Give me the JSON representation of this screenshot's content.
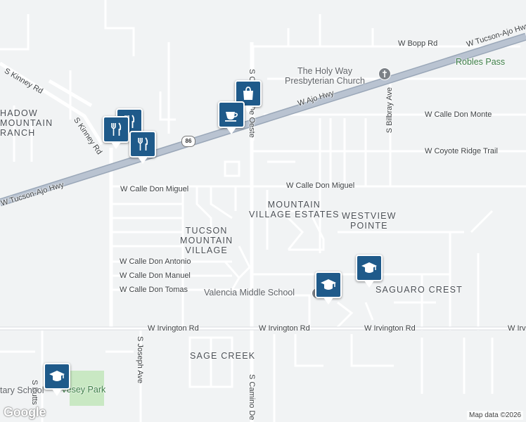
{
  "map": {
    "roads": {
      "bopp": "W Bopp Rd",
      "tucson_ajo_ne": "W Tucson-Ajo Hwy",
      "tucson_ajo_sw": "W Tucson-Ajo Hwy",
      "ajo": "W Ajo Hwy",
      "kinney_n": "S Kinney Rd",
      "kinney_s": "S Kinney Rd",
      "camino_oeste": "S Camino De Oeste",
      "camino_south": "S Camino De",
      "bilbray": "S Bilbray Ave",
      "don_monte": "W Calle Don Monte",
      "coyote_ridge": "W Coyote Ridge Trail",
      "don_miguel_w": "W Calle Don Miguel",
      "don_miguel_e": "W Calle Don Miguel",
      "don_antonio": "W Calle Don Antonio",
      "don_manuel": "W Calle Don Manuel",
      "don_tomas": "W Calle Don Tomas",
      "irvington_1": "W Irvington Rd",
      "irvington_2": "W Irvington Rd",
      "irvington_3": "W Irvington Rd",
      "irvington_4": "W Irv",
      "joseph": "S Joseph Ave",
      "butts": "S Butts",
      "route_86": "86"
    },
    "neighborhoods": {
      "shadow_mountain": "HADOW\nMOUNTAIN\nRANCH",
      "tucson_mountain_village": "TUCSON\nMOUNTAIN\nVILLAGE",
      "mountain_village_estates": "MOUNTAIN\nVILLAGE ESTATES",
      "westview_pointe": "WESTVIEW\nPOINTE",
      "saguaro_crest": "SAGUARO CREST",
      "sage_creek": "SAGE CREEK"
    },
    "places": {
      "church": "The Holy Way\nPresbyterian Church",
      "robles_pass": "Robles Pass",
      "valencia_ms": "Valencia Middle School",
      "elementary_school": "tary School",
      "vesey_park": "Vesey Park"
    },
    "markers": [
      {
        "icon": "shopping-bag-icon"
      },
      {
        "icon": "coffee-cup-icon"
      },
      {
        "icon": "restaurant-icon"
      },
      {
        "icon": "restaurant-icon"
      },
      {
        "icon": "restaurant-icon"
      },
      {
        "icon": "school-icon"
      },
      {
        "icon": "school-icon"
      },
      {
        "icon": "school-icon"
      }
    ],
    "attribution": "Map data ©2026",
    "logo": "Google",
    "colors": {
      "background": "#f1f3f4",
      "highway": "#a8b4c4",
      "marker": "#1f5a8a",
      "park": "#c9e8c3"
    }
  }
}
